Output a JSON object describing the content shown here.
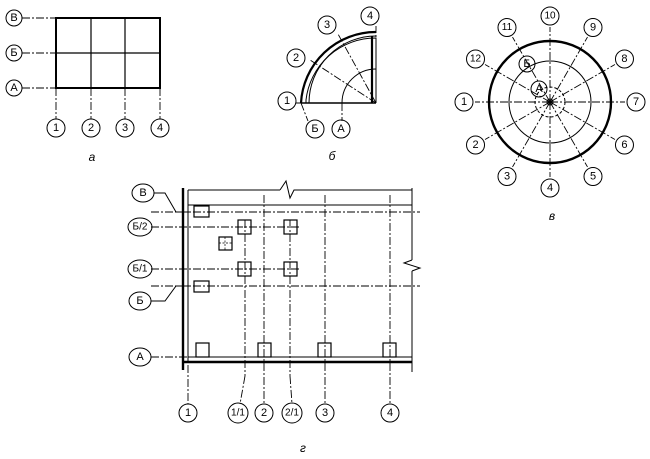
{
  "diagram_a": {
    "caption": "а",
    "row_labels": [
      "В",
      "Б",
      "А"
    ],
    "col_labels": [
      "1",
      "2",
      "3",
      "4"
    ]
  },
  "diagram_b": {
    "caption": "б",
    "radial_labels": [
      "1",
      "2",
      "3",
      "4"
    ],
    "arc_labels": [
      "Б",
      "А"
    ]
  },
  "diagram_v": {
    "caption": "в",
    "radial_labels": [
      "1",
      "2",
      "3",
      "4",
      "5",
      "6",
      "7",
      "8",
      "9",
      "10",
      "11",
      "12"
    ],
    "ring_labels": [
      "Б",
      "А"
    ]
  },
  "diagram_g": {
    "caption": "г",
    "row_labels": [
      "В",
      "Б/2",
      "Б/1",
      "Б",
      "А"
    ],
    "col_labels": [
      "1",
      "1/1",
      "2",
      "2/1",
      "3",
      "4"
    ]
  }
}
